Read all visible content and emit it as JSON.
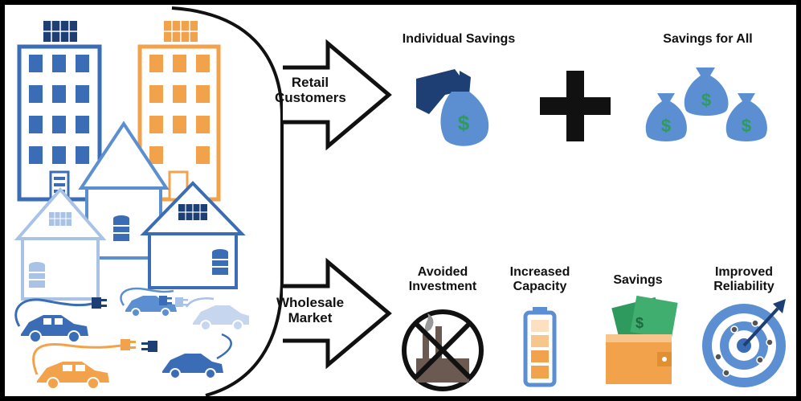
{
  "branches": {
    "retail": {
      "label_line1": "Retail",
      "label_line2": "Customers"
    },
    "wholesale": {
      "label_line1": "Wholesale",
      "label_line2": "Market"
    }
  },
  "retail_outcomes": {
    "individual_savings": "Individual Savings",
    "plus_symbol": "+",
    "savings_for_all": "Savings for All",
    "currency_symbol": "$"
  },
  "wholesale_outcomes": {
    "avoided_investment_line1": "Avoided",
    "avoided_investment_line2": "Investment",
    "increased_capacity_line1": "Increased",
    "increased_capacity_line2": "Capacity",
    "savings": "Savings",
    "improved_reliability_line1": "Improved",
    "improved_reliability_line2": "Reliability",
    "currency_symbol": "$"
  },
  "colors": {
    "blue_dark": "#3a6db5",
    "blue_mid": "#5b8fd1",
    "blue_light": "#a9c3e6",
    "orange": "#f2a24a",
    "orange_light": "#f7c68d",
    "green": "#2e9a5e",
    "navy": "#1d3f73",
    "black": "#111111"
  }
}
